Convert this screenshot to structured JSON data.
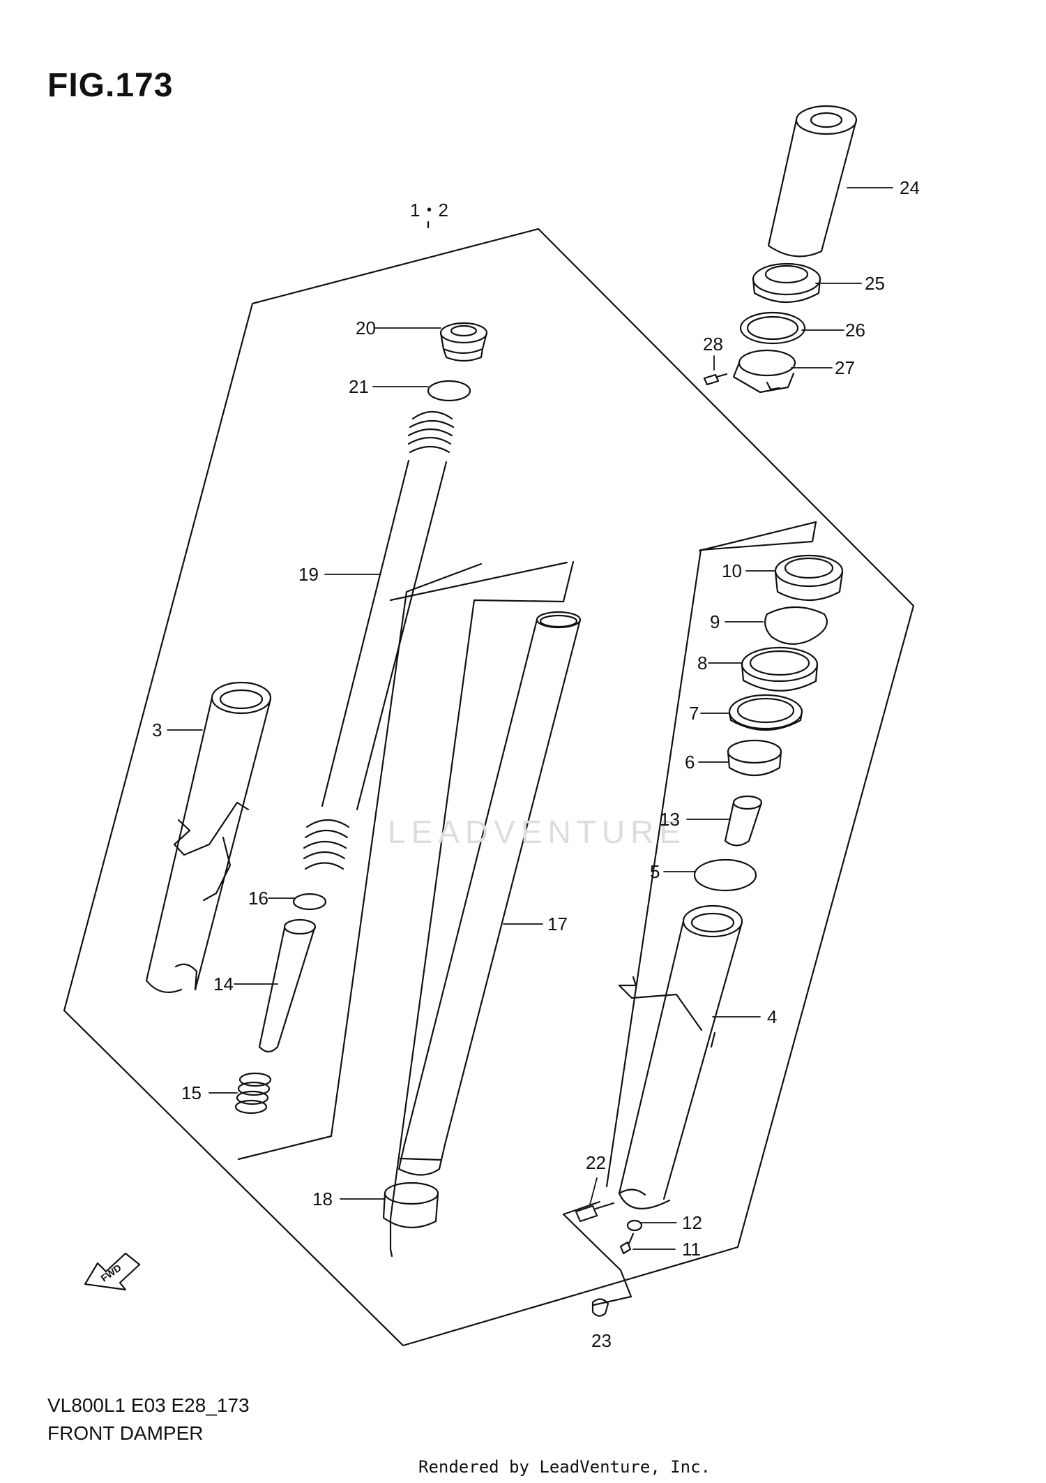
{
  "figure_title": "FIG.173",
  "model_code": "VL800L1 E03 E28_173",
  "diagram_title": "FRONT DAMPER",
  "rendered_by": "Rendered by LeadVenture, Inc.",
  "watermark": "LEADVENTURE",
  "fwd_label": "FWD",
  "callouts": {
    "c1_2": "1・2",
    "c3": "3",
    "c4": "4",
    "c5": "5",
    "c6": "6",
    "c7": "7",
    "c8": "8",
    "c9": "9",
    "c10": "10",
    "c11": "11",
    "c12": "12",
    "c13": "13",
    "c14": "14",
    "c15": "15",
    "c16": "16",
    "c17": "17",
    "c18": "18",
    "c19": "19",
    "c20": "20",
    "c21": "21",
    "c22": "22",
    "c23": "23",
    "c24": "24",
    "c25": "25",
    "c26": "26",
    "c27": "27",
    "c28": "28"
  }
}
